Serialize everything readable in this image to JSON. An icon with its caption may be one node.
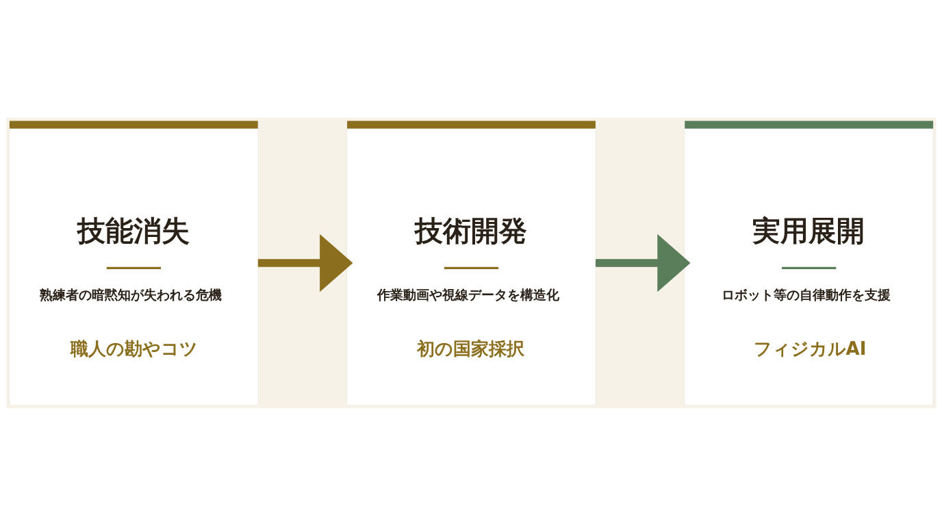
{
  "diagram": {
    "nodes": [
      {
        "text": [
          "技能消失",
          "熟練者の暗黙知が失われる危機",
          "職人の勘やコツ"
        ]
      },
      {
        "text": [
          "技術開発",
          "作業動画や視線データを構造化",
          "初の国家採択"
        ]
      },
      {
        "text": [
          "実用展開",
          "ロボット等の自律動作を支援",
          "フィジカルAI"
        ]
      }
    ],
    "edges": [
      {
        "from": 0,
        "to": 1,
        "arrow": "to",
        "color": "#8b6f1e"
      },
      {
        "from": 1,
        "to": 2,
        "arrow": "to",
        "color": "#5a7d5a"
      }
    ]
  }
}
